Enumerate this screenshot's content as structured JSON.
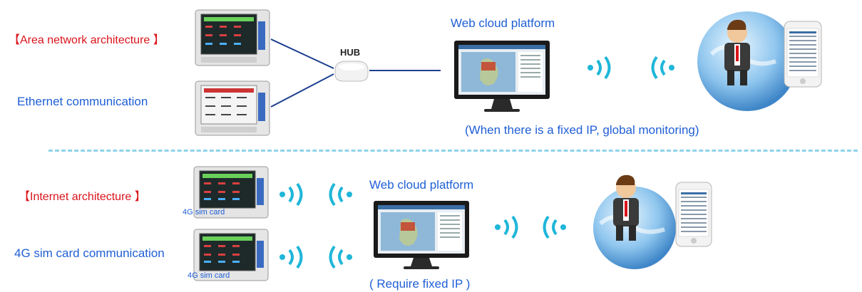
{
  "top": {
    "title": "【Area network architecture 】",
    "subtitle": "Ethernet communication",
    "hub_label": "HUB",
    "cloud_label": "Web cloud platform",
    "note": "(When there is a fixed IP, global monitoring)"
  },
  "bottom": {
    "title": "【Internet architecture 】",
    "subtitle": "4G sim card communication",
    "sim_label_1": "4G sim card",
    "sim_label_2": "4G sim card",
    "cloud_label": "Web cloud platform",
    "note": "( Require fixed IP )"
  },
  "colors": {
    "title_red": "#d9141b",
    "label_blue": "#1f5fd6",
    "wifi_cyan": "#1fb6d9",
    "connector_line": "#1d3f8f",
    "divider": "#8fd3ea"
  },
  "icons": [
    "device-panel-icon",
    "hub-icon",
    "monitor-icon",
    "wifi-signal-icon",
    "businessman-globe-icon",
    "smartphone-icon"
  ]
}
